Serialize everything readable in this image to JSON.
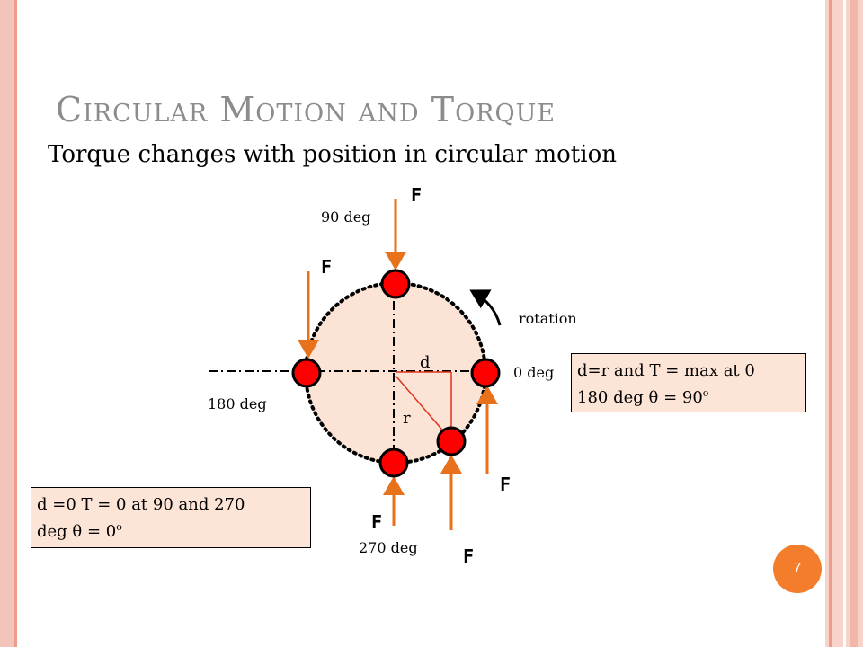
{
  "slide": {
    "title": "Circular Motion and Torque",
    "subtitle": "Torque changes with position in circular motion",
    "page_number": "7"
  },
  "diagram": {
    "force_label": "F",
    "angles": {
      "deg90": "90 deg",
      "deg0": "0 deg",
      "deg180": "180 deg",
      "deg270": "270 deg"
    },
    "rotation_label": "rotation",
    "d_label": "d",
    "r_label": "r",
    "note_right": {
      "line1": "d=r and  T = max at 0",
      "line2_prefix": "180 deg  ",
      "theta": "θ",
      "line2_eq": " = 90",
      "superscript": "o"
    },
    "note_left": {
      "line1": "d =0  T = 0 at 90 and 270",
      "line2_prefix": "deg  ",
      "theta": "θ",
      "line2_eq": " = 0",
      "superscript": "o"
    },
    "colors": {
      "circle_fill": "#fbe3d6",
      "point_fill": "#ff0000",
      "arrow": "#e8711c",
      "radius_line": "#e0341c"
    }
  }
}
